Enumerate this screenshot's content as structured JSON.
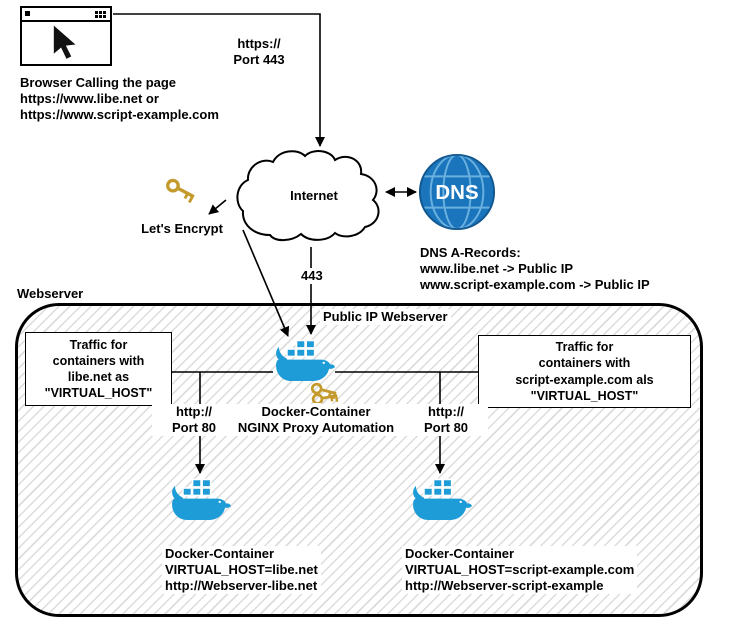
{
  "colors": {
    "docker_blue": "#1e9cd7",
    "dns_blue": "#1b75bc",
    "key_gold": "#c49a2c",
    "hatch_gray": "#dcdcdc"
  },
  "browser": {
    "caption": "Browser Calling the page\nhttps://www.libe.net or\nhttps://www.script-example.com"
  },
  "internet": {
    "label": "Internet",
    "https_port_label": "https://\nPort 443",
    "port_label": "443"
  },
  "lets_encrypt": {
    "label": "Let's Encrypt"
  },
  "dns": {
    "badge": "DNS",
    "records": "DNS A-Records:\nwww.libe.net -> Public IP\nwww.script-example.com -> Public IP"
  },
  "webserver": {
    "label": "Webserver",
    "public_ip_label": "Public IP Webserver",
    "callout_left": "Traffic for\ncontainers with\nlibe.net as\n\"VIRTUAL_HOST\"",
    "callout_right": "Traffic for\ncontainers with\nscript-example.com als\n\"VIRTUAL_HOST\"",
    "proxy_caption": "Docker-Container\nNGINX Proxy Automation",
    "http_port_left": "http://\nPort 80",
    "http_port_right": "http://\nPort 80",
    "container_left_caption": "Docker-Container\nVIRTUAL_HOST=libe.net\nhttp://Webserver-libe.net",
    "container_right_caption": "Docker-Container\nVIRTUAL_HOST=script-example.com\nhttp://Webserver-script-example"
  }
}
